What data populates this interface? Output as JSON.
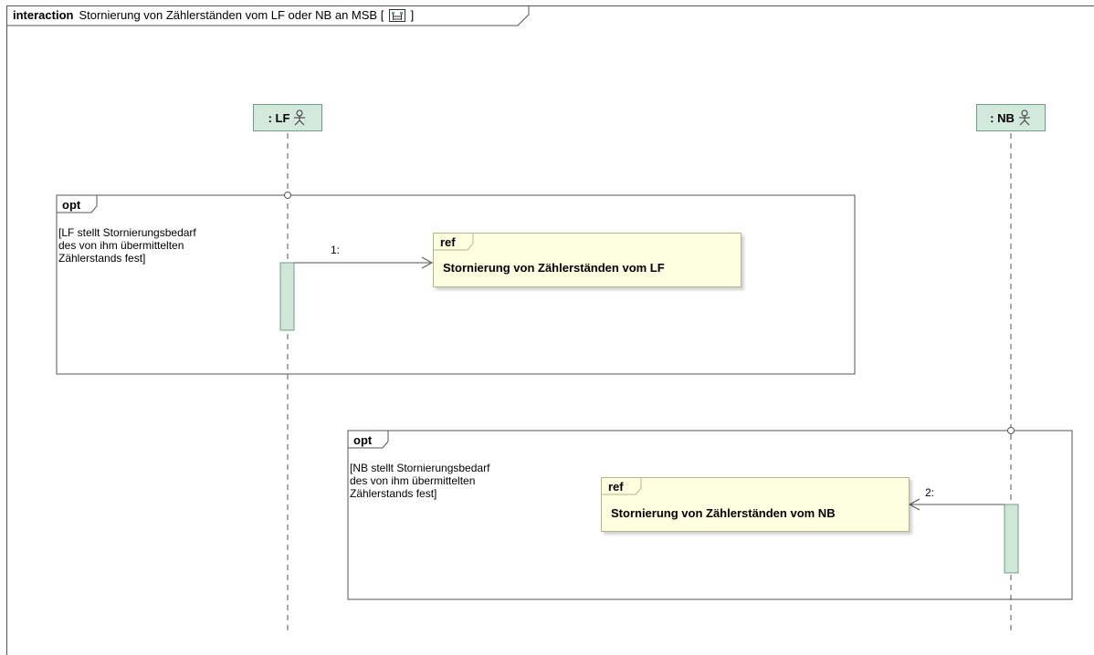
{
  "frame": {
    "keyword": "interaction",
    "title": "Stornierung von Zählerständen vom LF oder NB an MSB",
    "bracket_open": "[",
    "bracket_close": "]"
  },
  "lifelines": [
    {
      "label": ": LF"
    },
    {
      "label": ": NB"
    }
  ],
  "fragments": [
    {
      "operator": "opt",
      "guard_lines": [
        "[LF stellt Stornierungsbedarf",
        "des von ihm übermittelten",
        "Zählerstands fest]"
      ],
      "ref": {
        "keyword": "ref",
        "title": "Stornierung von Zählerständen vom LF"
      },
      "message": {
        "label": "1:"
      }
    },
    {
      "operator": "opt",
      "guard_lines": [
        "[NB stellt Stornierungsbedarf",
        "des von ihm übermittelten",
        "Zählerstands fest]"
      ],
      "ref": {
        "keyword": "ref",
        "title": "Stornierung von Zählerständen vom NB"
      },
      "message": {
        "label": "2:"
      }
    }
  ],
  "colors": {
    "lifeline_fill": "#d3e9dc",
    "activation_fill": "#cfe6d8",
    "ref_fill": "#fefee0",
    "line": "#555555"
  }
}
